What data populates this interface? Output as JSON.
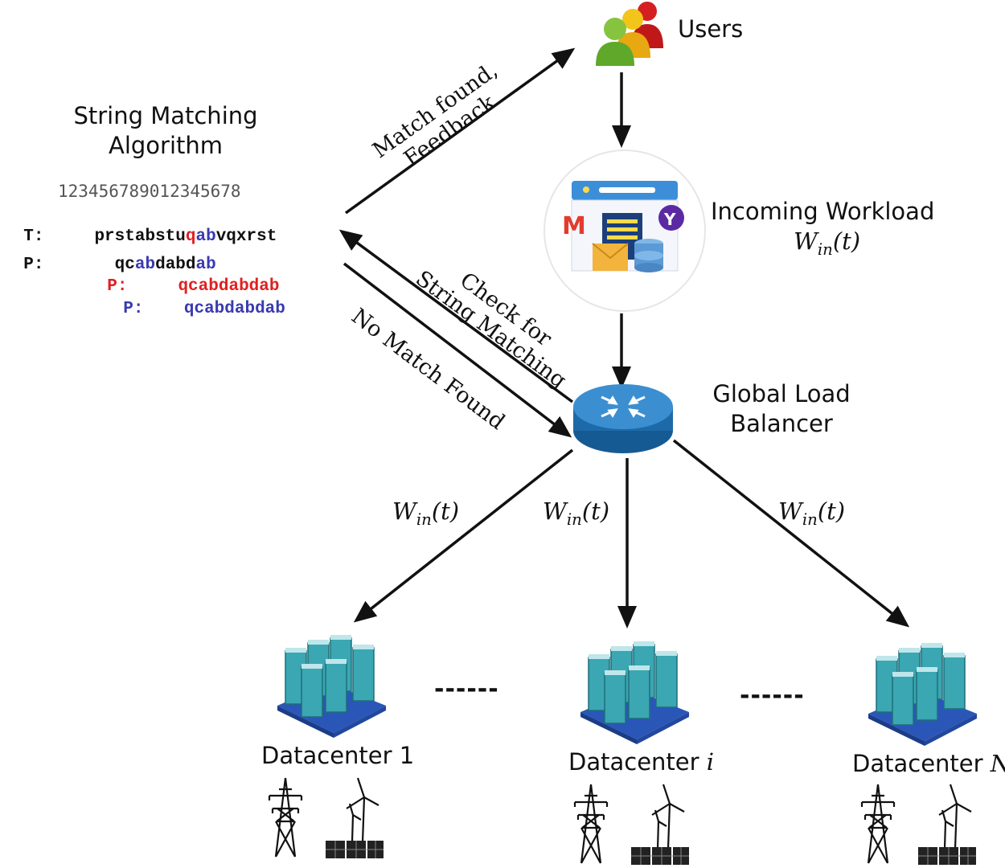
{
  "nodes": {
    "users": "Users",
    "workload_line1": "Incoming Workload",
    "workload_math": {
      "base": "W",
      "sub": "in",
      "arg": "(t)"
    },
    "balancer_line1": "Global Load",
    "balancer_line2": "Balancer",
    "algo_line1": "String Matching",
    "algo_line2": "Algorithm"
  },
  "edges": {
    "match_found_line1": "Match found,",
    "match_found_line2": "Feedback",
    "check_line1": "Check for",
    "check_line2": "String Matching",
    "no_match": "No Match Found",
    "dispatch_math": {
      "base": "W",
      "sub": "in",
      "arg": "(t)"
    }
  },
  "string_matching": {
    "index_row": "123456789012345678",
    "text_label": "T:",
    "text_pre": "prstabstu",
    "text_hl_red": "q",
    "text_hl_blue": "ab",
    "text_post": "vqxrst",
    "pattern_label": "P:",
    "pattern1_pre": "qc",
    "pattern1_hl1": "ab",
    "pattern1_mid": "dabd",
    "pattern1_hl2": "ab",
    "pattern2_label": "P:",
    "pattern2": "qcabdabdab",
    "pattern3_label": "P:",
    "pattern3": "qcabdabdab"
  },
  "datacenters": [
    {
      "prefix": "Datacenter ",
      "index": "1"
    },
    {
      "prefix": "Datacenter ",
      "index": "i"
    },
    {
      "prefix": "Datacenter ",
      "index": "N"
    }
  ],
  "ellipsis": "------",
  "colors": {
    "red": "#e02020",
    "blue": "#3a3ab0",
    "teal": "#2a8c9a",
    "router": "#1f6fb0"
  }
}
